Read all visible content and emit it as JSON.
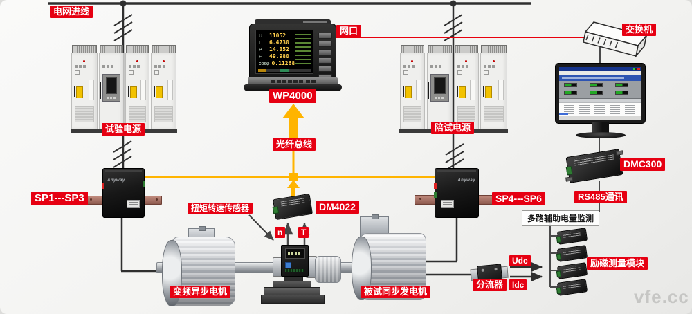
{
  "labels": {
    "grid_in": "电网进线",
    "net_port": "网口",
    "switch": "交换机",
    "wp4000": "WP4000",
    "fiber_bus": "光纤总线",
    "test_power": "试验电源",
    "assist_power": "陪试电源",
    "sp1": "SP1---SP3",
    "sp4": "SP4---SP6",
    "dm4022": "DM4022",
    "torque_sensor": "扭矩转速传感器",
    "n": "n",
    "t": "T",
    "motor_left": "变频异步电机",
    "motor_right": "被试同步发电机",
    "shunt": "分流器",
    "udc": "Udc",
    "idc": "Idc",
    "dmc300": "DMC300",
    "rs485": "RS485通讯",
    "aux_monitor": "多路辅助电量监测",
    "excitation": "励磁测量模块"
  },
  "brand": "Anyway",
  "wp4000_screen": {
    "rows": [
      {
        "k": "U",
        "v": "11052"
      },
      {
        "k": "I",
        "v": "6.4730"
      },
      {
        "k": "P",
        "v": "14.352"
      },
      {
        "k": "F",
        "v": "49.980"
      },
      {
        "k": "cosφ",
        "v": "0.11268"
      }
    ]
  },
  "watermark": "vfe.cc",
  "colors": {
    "label_red": "#e60012",
    "fiber_yellow": "#ffb400",
    "line_black": "#2f2f2f",
    "copper": "#a06a5c"
  }
}
